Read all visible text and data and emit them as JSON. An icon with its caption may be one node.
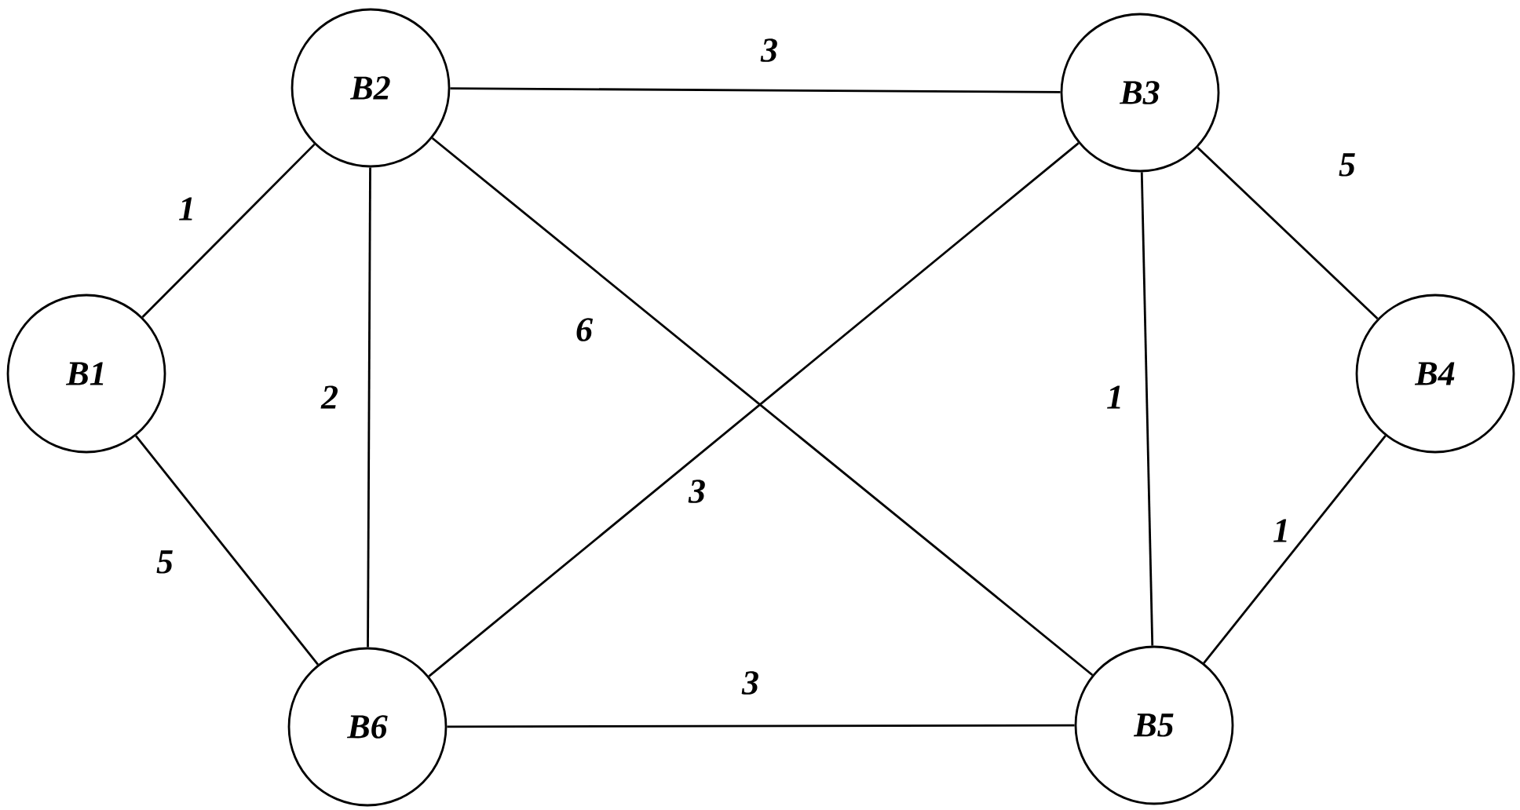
{
  "diagram": {
    "nodes": [
      {
        "text": [
          "B1"
        ]
      },
      {
        "text": [
          "B2"
        ]
      },
      {
        "text": [
          "B3"
        ]
      },
      {
        "text": [
          "B4"
        ]
      },
      {
        "text": [
          "B5"
        ]
      },
      {
        "text": [
          "B6"
        ]
      }
    ],
    "edges": [
      {
        "from": 0,
        "to": 1,
        "arrow": "none",
        "label": "1"
      },
      {
        "from": 0,
        "to": 5,
        "arrow": "none",
        "label": "5"
      },
      {
        "from": 1,
        "to": 2,
        "arrow": "none",
        "label": "3"
      },
      {
        "from": 1,
        "to": 5,
        "arrow": "none",
        "label": "2"
      },
      {
        "from": 1,
        "to": 4,
        "arrow": "none",
        "label": "6"
      },
      {
        "from": 2,
        "to": 5,
        "arrow": "none",
        "label": "3"
      },
      {
        "from": 2,
        "to": 4,
        "arrow": "none",
        "label": "1"
      },
      {
        "from": 2,
        "to": 3,
        "arrow": "none",
        "label": "5"
      },
      {
        "from": 3,
        "to": 4,
        "arrow": "none",
        "label": "1"
      },
      {
        "from": 5,
        "to": 4,
        "arrow": "none",
        "label": "3"
      }
    ]
  }
}
